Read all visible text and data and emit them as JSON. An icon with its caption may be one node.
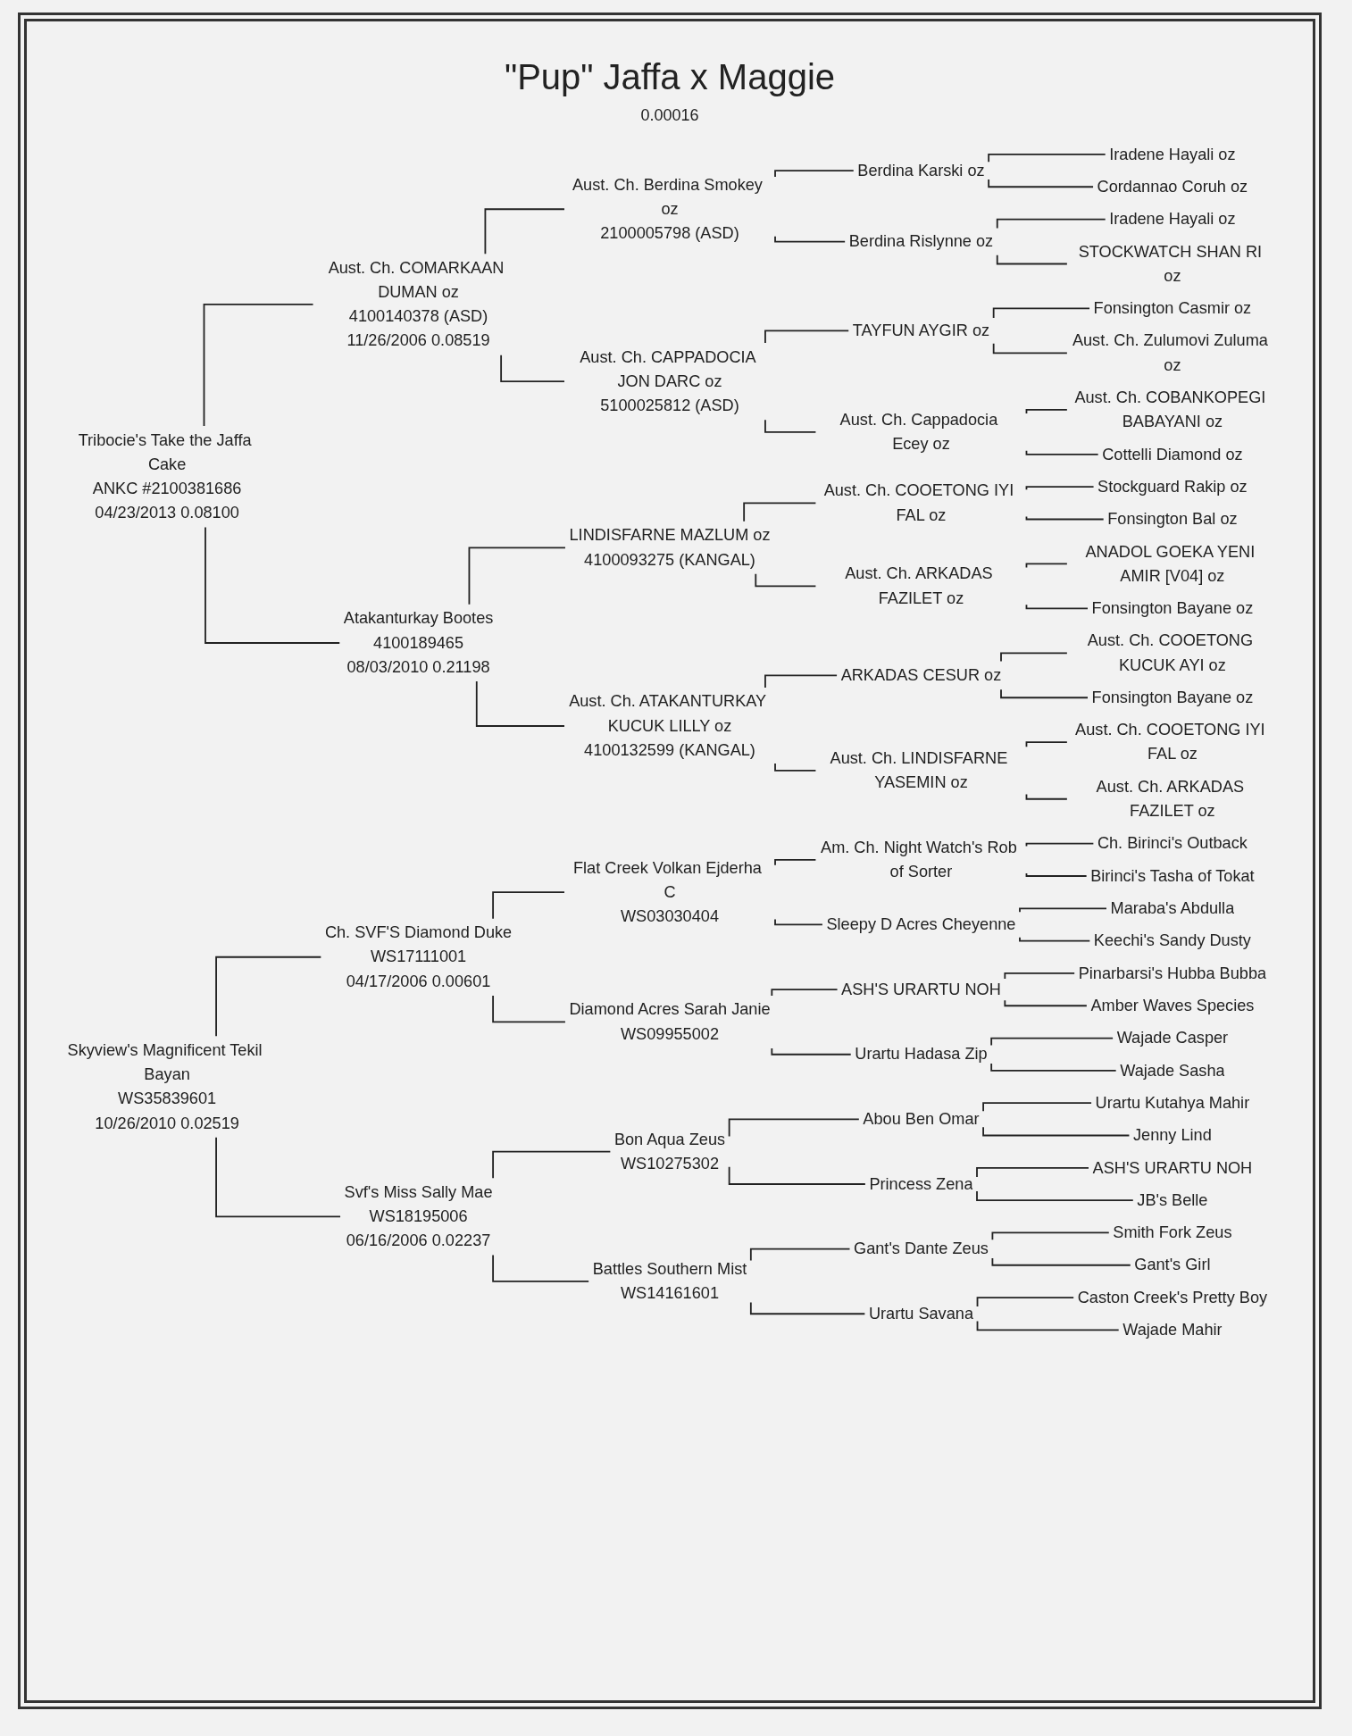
{
  "diagram": {
    "title": "\"Pup\" Jaffa x Maggie",
    "nodes": [
      {
        "text": [
          "Tribocie's Take the Jaffa Cake",
          "ANKC #2100381686",
          "04/23/2013 0.08100"
        ]
      },
      {
        "text": [
          "Skyview's Magnificent Tekil Bayan",
          "WS35839601",
          "10/26/2010 0.02519"
        ]
      },
      {
        "text": [
          "Aust. Ch. COMARKAAN DUMAN oz",
          "4100140378 (ASD)",
          "11/26/2006 0.08519"
        ]
      },
      {
        "text": [
          "Atakanturkay Bootes",
          "4100189465",
          "08/03/2010 0.21198"
        ]
      },
      {
        "text": [
          "Ch. SVF'S Diamond Duke",
          "WS17111001",
          "04/17/2006 0.00601"
        ]
      },
      {
        "text": [
          "Svf's Miss Sally Mae",
          "WS18195006",
          "06/16/2006 0.02237"
        ]
      },
      {
        "text": [
          "Aust. Ch. Berdina Smokey oz",
          "2100005798 (ASD)"
        ]
      },
      {
        "text": [
          "Aust. Ch. CAPPADOCIA JON DARC oz",
          "5100025812 (ASD)"
        ]
      },
      {
        "text": [
          "LINDISFARNE MAZLUM oz",
          "4100093275 (KANGAL)"
        ]
      },
      {
        "text": [
          "Aust. Ch. ATAKANTURKAY KUCUK LILLY oz",
          "4100132599 (KANGAL)"
        ]
      },
      {
        "text": [
          "Flat Creek Volkan Ejderha C",
          "WS03030404"
        ]
      },
      {
        "text": [
          "Diamond Acres Sarah Janie",
          "WS09955002"
        ]
      },
      {
        "text": [
          "Bon Aqua Zeus",
          "WS10275302"
        ]
      },
      {
        "text": [
          "Battles Southern Mist",
          "WS14161601"
        ]
      },
      {
        "text": [
          "Berdina Karski oz"
        ]
      },
      {
        "text": [
          "Berdina Rislynne oz"
        ]
      },
      {
        "text": [
          "TAYFUN AYGIR oz"
        ]
      },
      {
        "text": [
          "Aust. Ch. Cappadocia Ecey oz"
        ]
      },
      {
        "text": [
          "Aust. Ch. COOETONG IYI FAL oz"
        ]
      },
      {
        "text": [
          "Aust. Ch. ARKADAS FAZILET oz"
        ]
      },
      {
        "text": [
          "ARKADAS CESUR oz"
        ]
      },
      {
        "text": [
          "Aust. Ch. LINDISFARNE YASEMIN oz"
        ]
      },
      {
        "text": [
          "Am. Ch. Night Watch's Rob of Sorter"
        ]
      },
      {
        "text": [
          "Sleepy D Acres Cheyenne"
        ]
      },
      {
        "text": [
          "ASH'S URARTU NOH"
        ]
      },
      {
        "text": [
          "Urartu Hadasa Zip"
        ]
      },
      {
        "text": [
          "Abou Ben Omar"
        ]
      },
      {
        "text": [
          "Princess Zena"
        ]
      },
      {
        "text": [
          "Gant's Dante Zeus"
        ]
      },
      {
        "text": [
          "Urartu Savana"
        ]
      },
      {
        "text": [
          "Iradene Hayali oz"
        ]
      },
      {
        "text": [
          "Cordannao Coruh oz"
        ]
      },
      {
        "text": [
          "Iradene Hayali oz"
        ]
      },
      {
        "text": [
          "STOCKWATCH SHAN RI oz"
        ]
      },
      {
        "text": [
          "Fonsington Casmir oz"
        ]
      },
      {
        "text": [
          "Aust. Ch. Zulumovi Zuluma oz"
        ]
      },
      {
        "text": [
          "Aust. Ch. COBANKOPEGI BABAYANI oz"
        ]
      },
      {
        "text": [
          "Cottelli Diamond oz"
        ]
      },
      {
        "text": [
          "Stockguard Rakip oz"
        ]
      },
      {
        "text": [
          "Fonsington Bal oz"
        ]
      },
      {
        "text": [
          "ANADOL GOEKA YENI AMIR [V04] oz"
        ]
      },
      {
        "text": [
          "Fonsington Bayane oz"
        ]
      },
      {
        "text": [
          "Aust. Ch. COOETONG KUCUK AYI oz"
        ]
      },
      {
        "text": [
          "Fonsington Bayane oz"
        ]
      },
      {
        "text": [
          "Aust. Ch. COOETONG IYI FAL oz"
        ]
      },
      {
        "text": [
          "Aust. Ch. ARKADAS FAZILET oz"
        ]
      },
      {
        "text": [
          "Ch. Birinci's Outback"
        ]
      },
      {
        "text": [
          "Birinci's Tasha of Tokat"
        ]
      },
      {
        "text": [
          "Maraba's Abdulla"
        ]
      },
      {
        "text": [
          "Keechi's Sandy Dusty"
        ]
      },
      {
        "text": [
          "Pinarbarsi's Hubba Bubba"
        ]
      },
      {
        "text": [
          "Amber Waves Species"
        ]
      },
      {
        "text": [
          "Wajade Casper"
        ]
      },
      {
        "text": [
          "Wajade Sasha"
        ]
      },
      {
        "text": [
          "Urartu Kutahya Mahir"
        ]
      },
      {
        "text": [
          "Jenny Lind"
        ]
      },
      {
        "text": [
          "ASH'S URARTU NOH"
        ]
      },
      {
        "text": [
          "JB's Belle"
        ]
      },
      {
        "text": [
          "Smith Fork Zeus"
        ]
      },
      {
        "text": [
          "Gant's Girl"
        ]
      },
      {
        "text": [
          "Caston Creek's Pretty Boy"
        ]
      },
      {
        "text": [
          "Wajade Mahir"
        ]
      }
    ],
    "edges": [
      {
        "from": 0,
        "to": 2,
        "arrow": "none"
      },
      {
        "from": 0,
        "to": 3,
        "arrow": "none"
      },
      {
        "from": 1,
        "to": 4,
        "arrow": "none"
      },
      {
        "from": 1,
        "to": 5,
        "arrow": "none"
      },
      {
        "from": 2,
        "to": 6,
        "arrow": "none"
      },
      {
        "from": 2,
        "to": 7,
        "arrow": "none"
      },
      {
        "from": 3,
        "to": 8,
        "arrow": "none"
      },
      {
        "from": 3,
        "to": 9,
        "arrow": "none"
      },
      {
        "from": 4,
        "to": 10,
        "arrow": "none"
      },
      {
        "from": 4,
        "to": 11,
        "arrow": "none"
      },
      {
        "from": 5,
        "to": 12,
        "arrow": "none"
      },
      {
        "from": 5,
        "to": 13,
        "arrow": "none"
      },
      {
        "from": 6,
        "to": 14,
        "arrow": "none"
      },
      {
        "from": 6,
        "to": 15,
        "arrow": "none"
      },
      {
        "from": 7,
        "to": 16,
        "arrow": "none"
      },
      {
        "from": 7,
        "to": 17,
        "arrow": "none"
      },
      {
        "from": 8,
        "to": 18,
        "arrow": "none"
      },
      {
        "from": 8,
        "to": 19,
        "arrow": "none"
      },
      {
        "from": 9,
        "to": 20,
        "arrow": "none"
      },
      {
        "from": 9,
        "to": 21,
        "arrow": "none"
      },
      {
        "from": 10,
        "to": 22,
        "arrow": "none"
      },
      {
        "from": 10,
        "to": 23,
        "arrow": "none"
      },
      {
        "from": 11,
        "to": 24,
        "arrow": "none"
      },
      {
        "from": 11,
        "to": 25,
        "arrow": "none"
      },
      {
        "from": 12,
        "to": 26,
        "arrow": "none"
      },
      {
        "from": 12,
        "to": 27,
        "arrow": "none"
      },
      {
        "from": 13,
        "to": 28,
        "arrow": "none"
      },
      {
        "from": 13,
        "to": 29,
        "arrow": "none"
      },
      {
        "from": 14,
        "to": 30,
        "arrow": "none"
      },
      {
        "from": 14,
        "to": 31,
        "arrow": "none"
      },
      {
        "from": 15,
        "to": 32,
        "arrow": "none"
      },
      {
        "from": 15,
        "to": 33,
        "arrow": "none"
      },
      {
        "from": 16,
        "to": 34,
        "arrow": "none"
      },
      {
        "from": 16,
        "to": 35,
        "arrow": "none"
      },
      {
        "from": 17,
        "to": 36,
        "arrow": "none"
      },
      {
        "from": 17,
        "to": 37,
        "arrow": "none"
      },
      {
        "from": 18,
        "to": 38,
        "arrow": "none"
      },
      {
        "from": 18,
        "to": 39,
        "arrow": "none"
      },
      {
        "from": 19,
        "to": 40,
        "arrow": "none"
      },
      {
        "from": 19,
        "to": 41,
        "arrow": "none"
      },
      {
        "from": 20,
        "to": 42,
        "arrow": "none"
      },
      {
        "from": 20,
        "to": 43,
        "arrow": "none"
      },
      {
        "from": 21,
        "to": 44,
        "arrow": "none"
      },
      {
        "from": 21,
        "to": 45,
        "arrow": "none"
      },
      {
        "from": 22,
        "to": 46,
        "arrow": "none"
      },
      {
        "from": 22,
        "to": 47,
        "arrow": "none"
      },
      {
        "from": 23,
        "to": 48,
        "arrow": "none"
      },
      {
        "from": 23,
        "to": 49,
        "arrow": "none"
      },
      {
        "from": 24,
        "to": 50,
        "arrow": "none"
      },
      {
        "from": 24,
        "to": 51,
        "arrow": "none"
      },
      {
        "from": 25,
        "to": 52,
        "arrow": "none"
      },
      {
        "from": 25,
        "to": 53,
        "arrow": "none"
      },
      {
        "from": 26,
        "to": 54,
        "arrow": "none"
      },
      {
        "from": 26,
        "to": 55,
        "arrow": "none"
      },
      {
        "from": 27,
        "to": 56,
        "arrow": "none"
      },
      {
        "from": 27,
        "to": 57,
        "arrow": "none"
      },
      {
        "from": 28,
        "to": 58,
        "arrow": "none"
      },
      {
        "from": 28,
        "to": 59,
        "arrow": "none"
      },
      {
        "from": 29,
        "to": 60,
        "arrow": "none"
      },
      {
        "from": 29,
        "to": 61,
        "arrow": "none"
      }
    ],
    "labels": [
      "0.00016"
    ]
  }
}
